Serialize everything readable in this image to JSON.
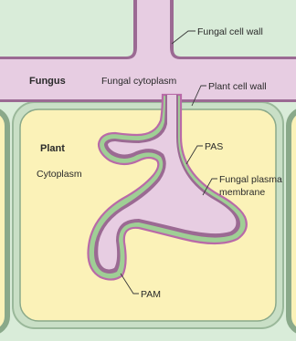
{
  "labels": {
    "fungal_cell_wall": "Fungal cell wall",
    "fungus": "Fungus",
    "fungal_cytoplasm": "Fungal cytoplasm",
    "plant_cell_wall": "Plant cell wall",
    "plant": "Plant",
    "pas": "PAS",
    "fungal_plasma_membrane_line1": "Fungal plasma",
    "fungal_plasma_membrane_line2": "membrane",
    "cytoplasm": "Cytoplasm",
    "pam": "PAM"
  },
  "colors": {
    "background": "#d9ecd9",
    "plant_wall": "#c9dfc6",
    "plant_wall_edge": "#8aa98a",
    "plant_cytoplasm": "#fbf2b8",
    "fungal_cytoplasm": "#e7cde2",
    "fungal_wall_edge": "#9b6a93",
    "pas_zone": "#9fcf95",
    "pam_line": "#b96aa8"
  }
}
